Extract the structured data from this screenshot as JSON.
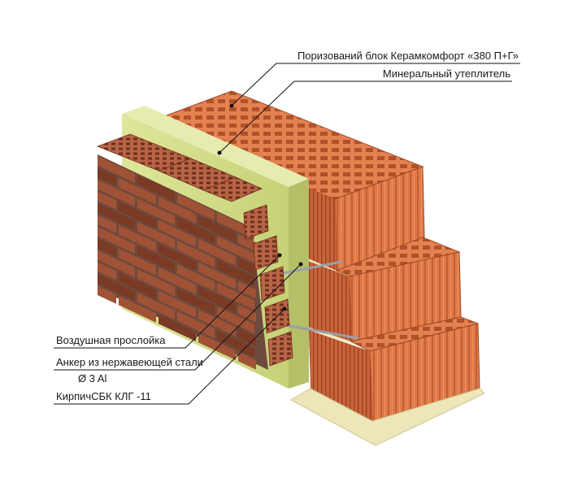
{
  "labels": {
    "block": "Поризований  блок Керамкомфорт  «380  П+Г»",
    "insulation": "Минеральный утеплитель",
    "air_gap": "Воздушная прослойка",
    "anchor_line1": "Анкер из нержавеющей стали",
    "anchor_line2": "Ø 3  Al",
    "brick": "КирпичСБК  КЛГ -11"
  },
  "colors": {
    "brick": "#a05236",
    "brick_dark": "#7a3a24",
    "mortar": "#6e4a3c",
    "block": "#e07a48",
    "block_dark": "#b8572e",
    "insulation": "#d7e08a",
    "insulation_dark": "#b9c46a",
    "mortar_bed": "#ece6b8"
  }
}
